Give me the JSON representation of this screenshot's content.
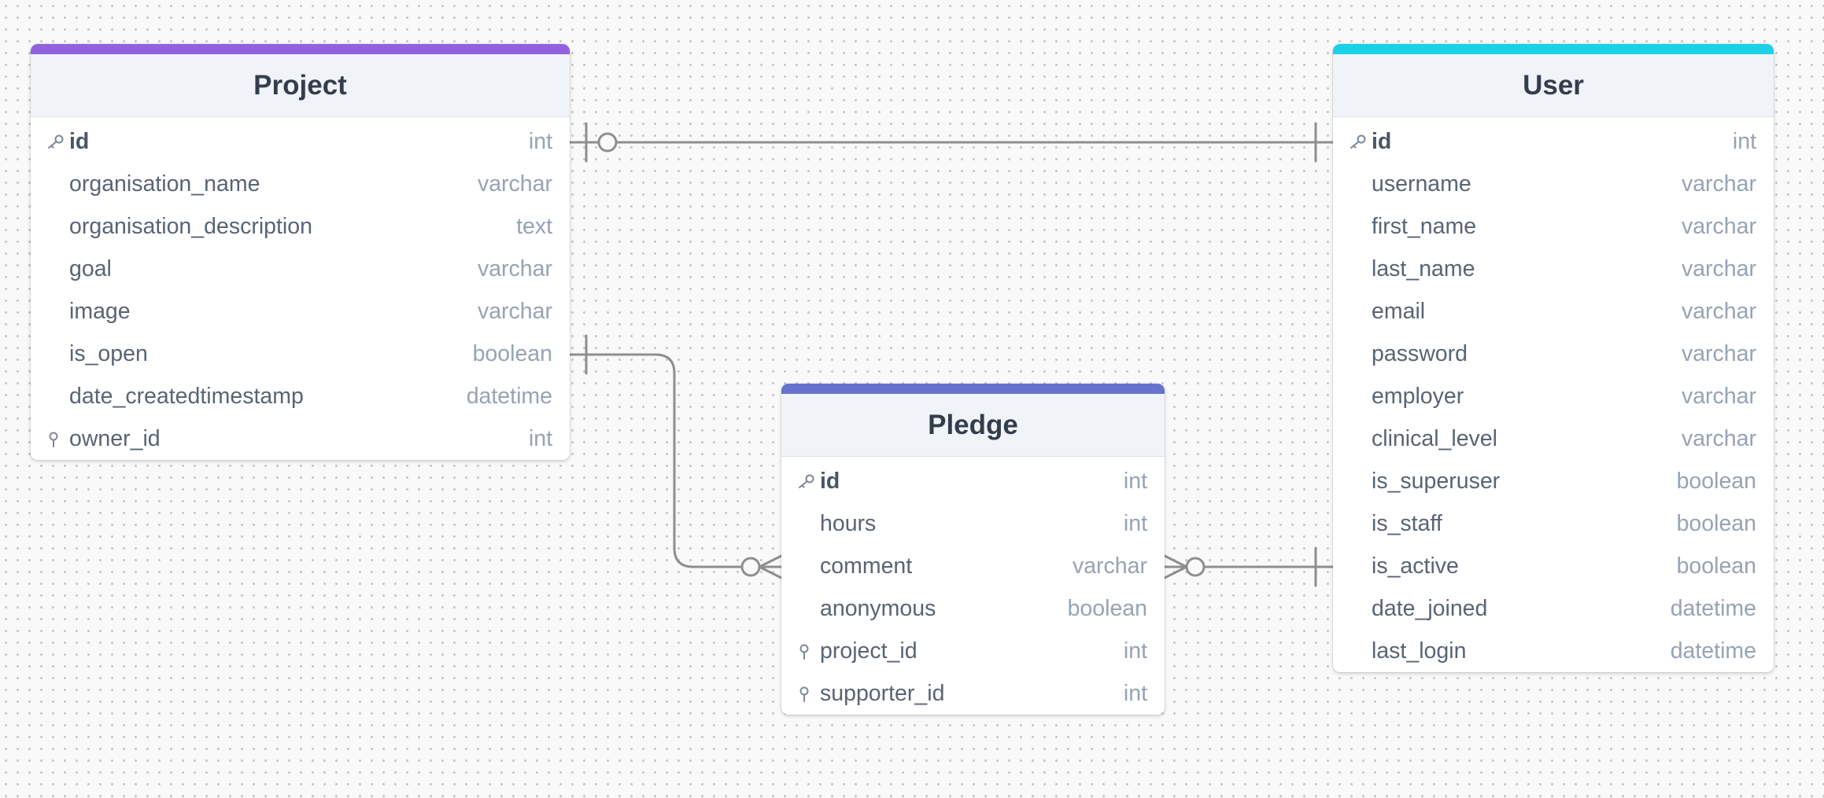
{
  "colors": {
    "project_accent": "#9361e0",
    "user_accent": "#1ad1e8",
    "pledge_accent": "#6672cd",
    "relationship_line": "#8e8e8e"
  },
  "tables": {
    "project": {
      "name": "Project",
      "columns": [
        {
          "name": "id",
          "type": "int",
          "icon": "key-icon"
        },
        {
          "name": "organisation_name",
          "type": "varchar"
        },
        {
          "name": "organisation_description",
          "type": "text"
        },
        {
          "name": "goal",
          "type": "varchar"
        },
        {
          "name": "image",
          "type": "varchar"
        },
        {
          "name": "is_open",
          "type": "boolean"
        },
        {
          "name": "date_createdtimestamp",
          "type": "datetime"
        },
        {
          "name": "owner_id",
          "type": "int",
          "icon": "foreign-key-icon"
        }
      ]
    },
    "user": {
      "name": "User",
      "columns": [
        {
          "name": "id",
          "type": "int",
          "icon": "key-icon"
        },
        {
          "name": "username",
          "type": "varchar"
        },
        {
          "name": "first_name",
          "type": "varchar"
        },
        {
          "name": "last_name",
          "type": "varchar"
        },
        {
          "name": "email",
          "type": "varchar"
        },
        {
          "name": "password",
          "type": "varchar"
        },
        {
          "name": "employer",
          "type": "varchar"
        },
        {
          "name": "clinical_level",
          "type": "varchar"
        },
        {
          "name": "is_superuser",
          "type": "boolean"
        },
        {
          "name": "is_staff",
          "type": "boolean"
        },
        {
          "name": "is_active",
          "type": "boolean"
        },
        {
          "name": "date_joined",
          "type": "datetime"
        },
        {
          "name": "last_login",
          "type": "datetime"
        }
      ]
    },
    "pledge": {
      "name": "Pledge",
      "columns": [
        {
          "name": "id",
          "type": "int",
          "icon": "key-icon"
        },
        {
          "name": "hours",
          "type": "int"
        },
        {
          "name": "comment",
          "type": "varchar"
        },
        {
          "name": "anonymous",
          "type": "boolean"
        },
        {
          "name": "project_id",
          "type": "int",
          "icon": "foreign-key-icon"
        },
        {
          "name": "supporter_id",
          "type": "int",
          "icon": "foreign-key-icon"
        }
      ]
    }
  },
  "relationships": [
    {
      "from": "Project.id",
      "to": "User.id",
      "from_cardinality": "zero-or-one",
      "to_cardinality": "exactly-one"
    },
    {
      "from": "Project.is_open",
      "to": "Pledge.comment",
      "from_cardinality": "exactly-one",
      "to_cardinality": "zero-or-many"
    },
    {
      "from": "Pledge.comment",
      "to": "User.is_active",
      "from_cardinality": "zero-or-many",
      "to_cardinality": "exactly-one"
    }
  ]
}
